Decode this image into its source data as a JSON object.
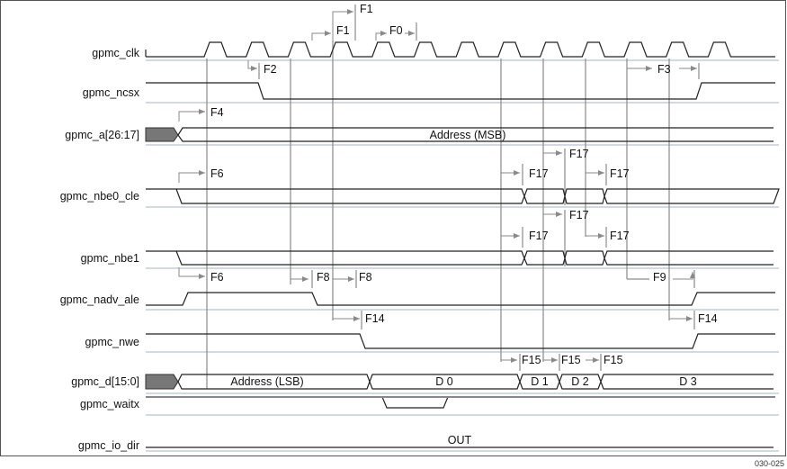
{
  "signals": [
    "gpmc_clk",
    "gpmc_ncsx",
    "gpmc_a[26:17]",
    "gpmc_nbe0_cle",
    "gpmc_nbe1",
    "gpmc_nadv_ale",
    "gpmc_nwe",
    "gpmc_d[15:0]",
    "gpmc_waitx",
    "gpmc_io_dir"
  ],
  "bus_values": {
    "address_msb": "Address (MSB)",
    "address_lsb": "Address (LSB)",
    "d0": "D 0",
    "d1": "D 1",
    "d2": "D 2",
    "d3": "D 3",
    "io_dir": "OUT"
  },
  "timing_labels": [
    "F1",
    "F1",
    "F0",
    "F2",
    "F3",
    "F4",
    "F6",
    "F17",
    "F17",
    "F17",
    "F17",
    "F17",
    "F17",
    "F6",
    "F8",
    "F8",
    "F9",
    "F14",
    "F14",
    "F15",
    "F15",
    "F15"
  ],
  "figure_id": "030-025",
  "colors": {
    "signal": "#222222",
    "reference": "#8a8a8a",
    "separator": "#b9c2d3",
    "undefined_fill": "#777777"
  }
}
